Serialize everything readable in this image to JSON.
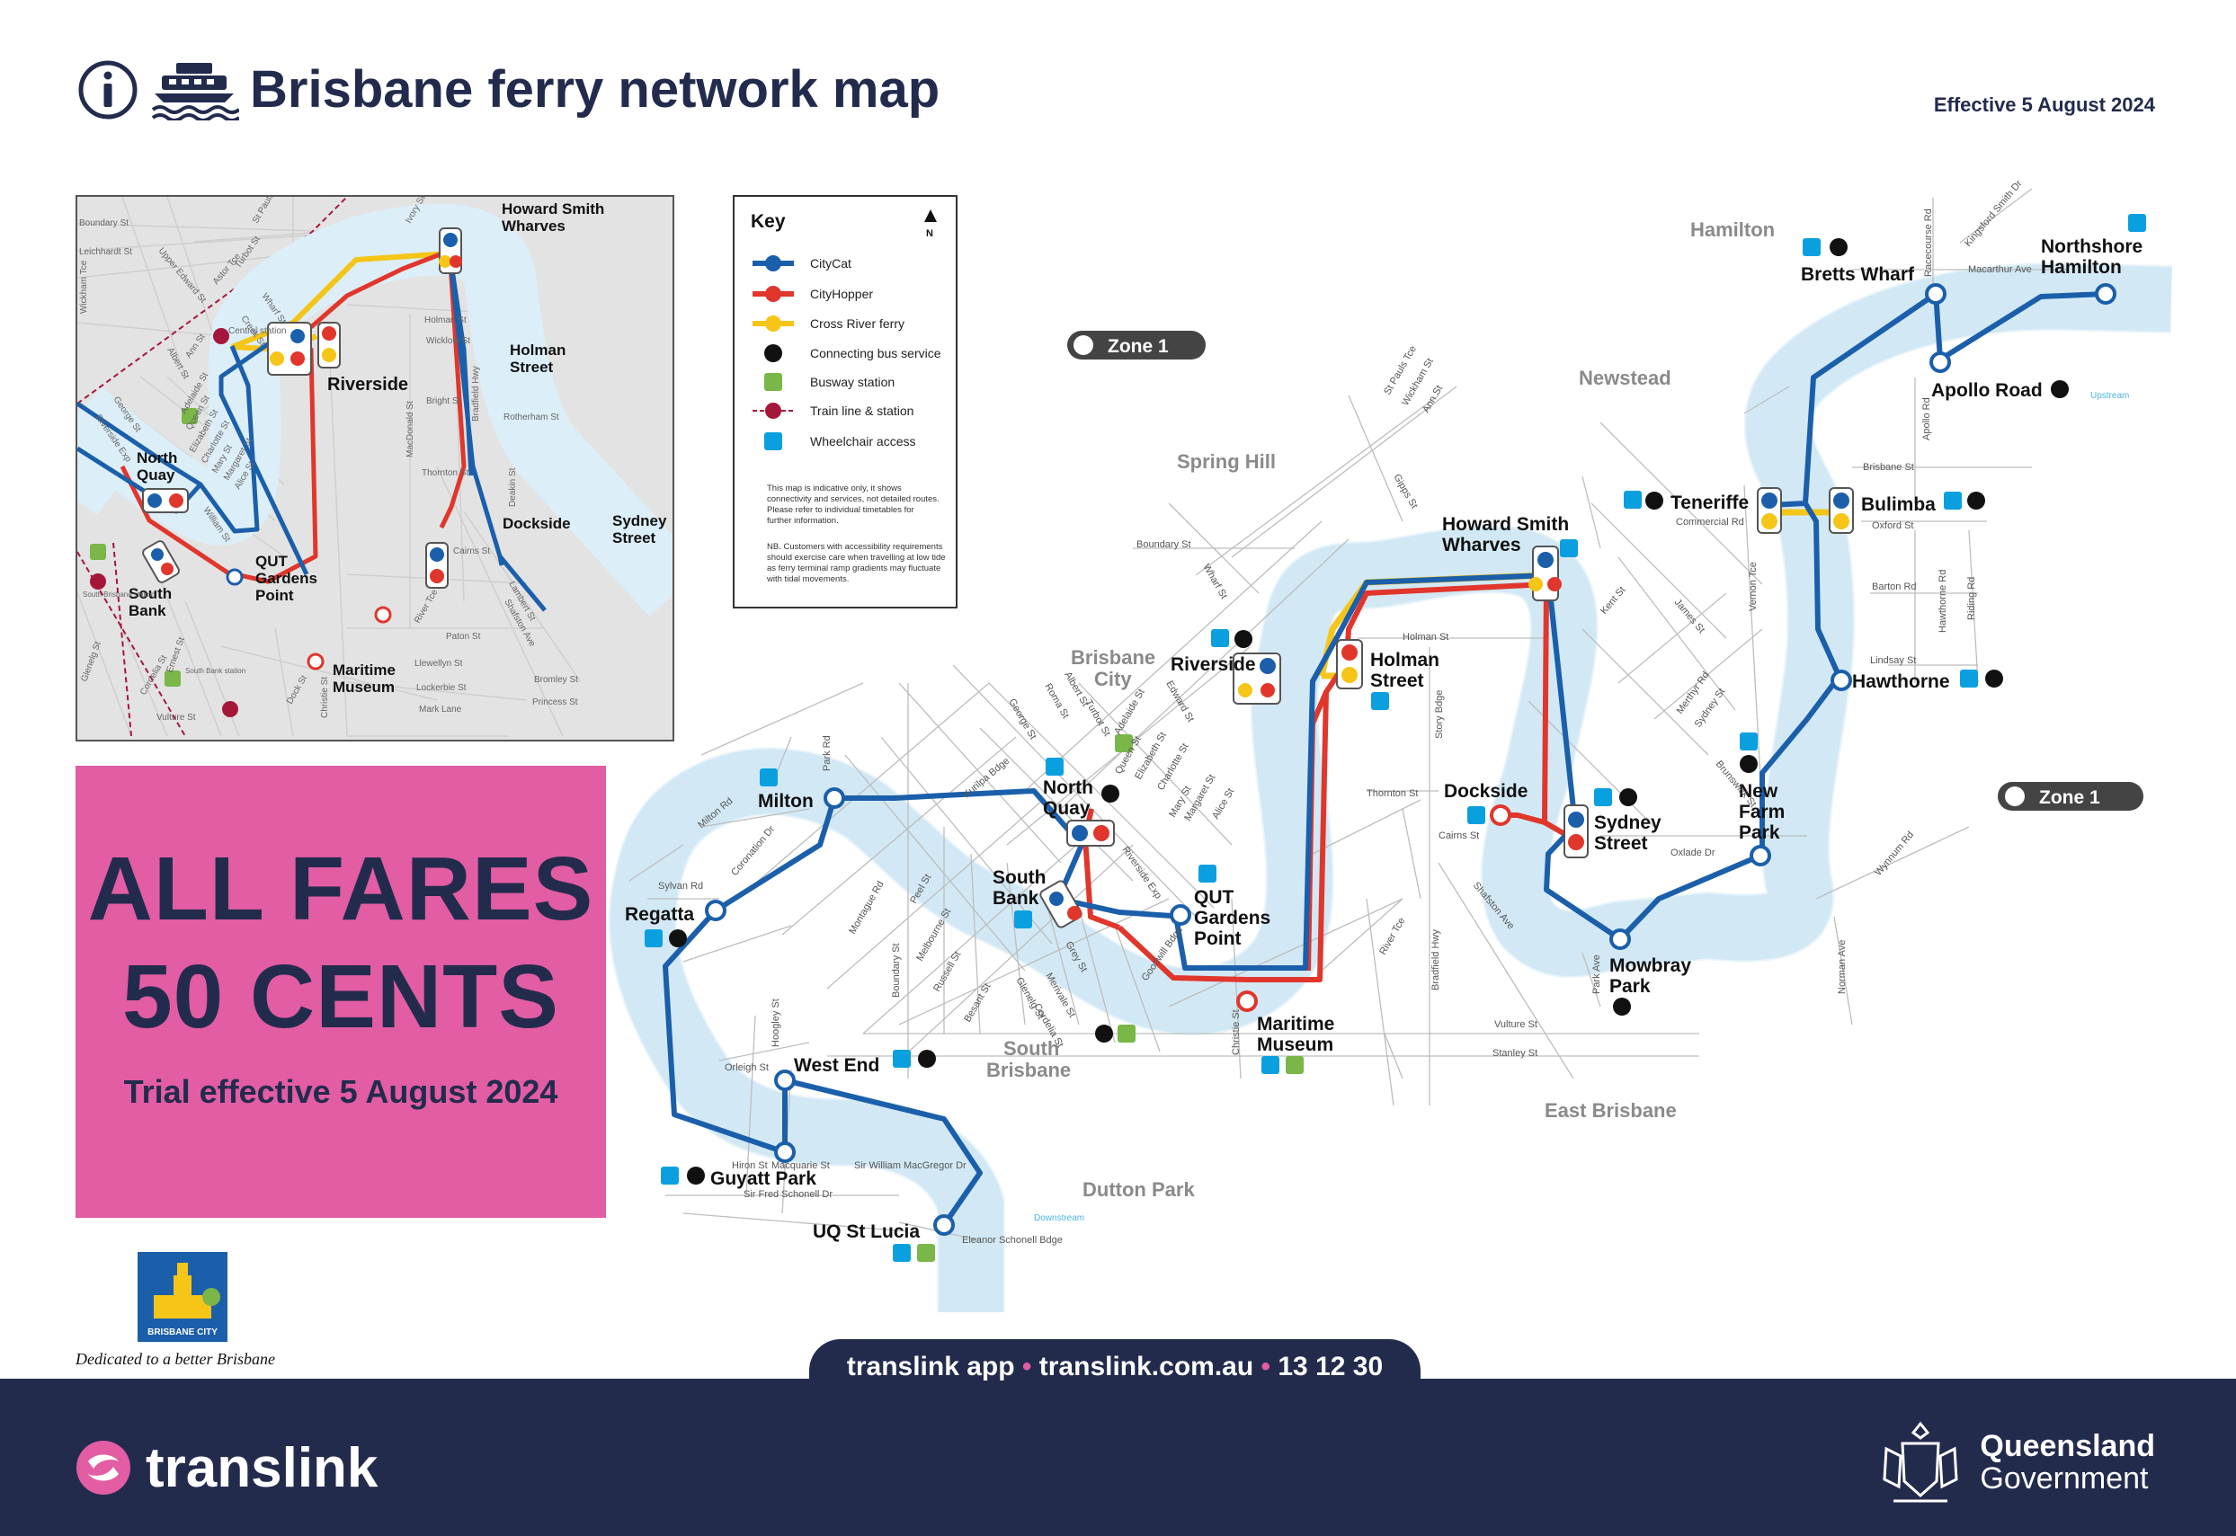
{
  "header": {
    "title": "Brisbane ferry network map",
    "effective": "Effective 5 August 2024"
  },
  "colors": {
    "citycat": "#1b5fab",
    "cityhopper": "#e0362c",
    "cross_river": "#f5c518",
    "river": "#dceef8",
    "navy": "#232b4d",
    "pink": "#e25da3",
    "busway": "#7ab648",
    "train": "#a5173a",
    "wheelchair": "#0aa0e0"
  },
  "key": {
    "title": "Key",
    "north": "N",
    "items": [
      {
        "label": "CityCat",
        "icon": "citycat-icon"
      },
      {
        "label": "CityHopper",
        "icon": "cityhopper-icon"
      },
      {
        "label": "Cross River ferry",
        "icon": "cross-river-icon"
      },
      {
        "label": "Connecting bus service",
        "icon": "bus-icon"
      },
      {
        "label": "Busway station",
        "icon": "busway-icon"
      },
      {
        "label": "Train line & station",
        "icon": "train-icon"
      },
      {
        "label": "Wheelchair access",
        "icon": "wheelchair-icon"
      }
    ],
    "disclaimer": [
      "This map is indicative only, it shows",
      "connectivity and services, not detailed routes.",
      "Please refer to individual timetables for",
      "further information."
    ],
    "access_note": [
      "NB. Customers with accessibility requirements",
      "should exercise care when travelling at low tide",
      "as ferry terminal ramp gradients may fluctuate",
      "with tidal movements."
    ]
  },
  "fares": {
    "line1": "ALL FARES",
    "line2": "50 CENTS",
    "trial": "Trial effective 5 August 2024"
  },
  "zones": [
    "Zone 1",
    "Zone 1"
  ],
  "suburbs": [
    "Hamilton",
    "Newstead",
    "Spring Hill",
    "Brisbane",
    "City",
    "South",
    "Brisbane",
    "Dutton Park",
    "East Brisbane"
  ],
  "stations": {
    "northshore": [
      "Northshore",
      "Hamilton"
    ],
    "bretts_wharf": "Bretts Wharf",
    "apollo_road": "Apollo Road",
    "teneriffe": "Teneriffe",
    "bulimba": "Bulimba",
    "hawthorne": "Hawthorne",
    "new_farm_park": [
      "New",
      "Farm",
      "Park"
    ],
    "mowbray_park": [
      "Mowbray",
      "Park"
    ],
    "sydney_street": [
      "Sydney",
      "Street"
    ],
    "dockside": "Dockside",
    "howard_smith": [
      "Howard Smith",
      "Wharves"
    ],
    "holman_street": [
      "Holman",
      "Street"
    ],
    "riverside": "Riverside",
    "maritime_museum": [
      "Maritime",
      "Museum"
    ],
    "qut_gardens_point": [
      "QUT",
      "Gardens",
      "Point"
    ],
    "south_bank": [
      "South",
      "Bank"
    ],
    "north_quay": [
      "North",
      "Quay"
    ],
    "milton": "Milton",
    "regatta": "Regatta",
    "west_end": "West End",
    "guyatt_park": "Guyatt Park",
    "uq_st_lucia": "UQ St Lucia"
  },
  "roads": {
    "main": [
      "St Pauls Tce",
      "Wickham St",
      "Ann St",
      "Gipps St",
      "Boundary St",
      "Wharf St",
      "Holman St",
      "Story Bdge",
      "Thornton St",
      "Cairns St",
      "Shafston Ave",
      "River Tce",
      "Bradfield Hwy",
      "Vulture St",
      "Stanley St",
      "Park Ave",
      "Oxlade Dr",
      "Commercial Rd",
      "Vernon Tce",
      "Kent St",
      "James St",
      "Merthyr Rd",
      "Sydney St",
      "Brunswick St",
      "Macarthur Ave",
      "Racecourse Rd",
      "Kingsford Smith Dr",
      "Apollo Rd",
      "Brisbane St",
      "Oxford St",
      "Barton Rd",
      "Hawthorne Rd",
      "Riding Rd",
      "Lindsay St",
      "Wynnum Rd",
      "Norman Ave",
      "Milton Rd",
      "Park Rd",
      "Coronation Dr",
      "Sylvan Rd",
      "Kurilpa Bdge",
      "Montague Rd",
      "Peel St",
      "Boundary St",
      "Melbourne St",
      "Russell St",
      "Besant St",
      "Glenelg St",
      "Merivale St",
      "Cordelia St",
      "Grey St",
      "Riverside Exp",
      "Goodwill Bdge",
      "Christie St",
      "Hoogley St",
      "Orleigh St",
      "Hiron St",
      "Macquarie St",
      "Sir William MacGregor Dr",
      "Sir Fred Schonell Dr",
      "Eleanor Schonell Bdge",
      "George St",
      "Roma St",
      "Albert St",
      "Turbot St",
      "Edward St",
      "Adelaide St",
      "Queen St",
      "Elizabeth St",
      "Charlotte St",
      "Mary St",
      "Margaret St",
      "Alice St"
    ],
    "upstream": "Upstream",
    "downstream": "Downstream"
  },
  "inset": {
    "labels": [
      "Howard Smith",
      "Wharves",
      "Holman",
      "Street",
      "Riverside",
      "North",
      "Quay",
      "QUT",
      "Gardens",
      "Point",
      "South",
      "Bank",
      "Maritime",
      "Museum",
      "Dockside",
      "Sydney",
      "Street"
    ],
    "roads": [
      "Boundary St",
      "St Pauls",
      "Ivory St",
      "Leichhardt St",
      "Wickham Tce",
      "Upper Edward St",
      "Astor Tce",
      "Turbot St",
      "Wharf St",
      "Ann St",
      "Creek St",
      "Central station",
      "Albert St",
      "Adelaide St",
      "Queen St",
      "Elizabeth St",
      "Charlotte St",
      "Mary St",
      "Margaret St",
      "Alice St",
      "William St",
      "George St",
      "Riverside Exp",
      "Holman St",
      "Wicklow St",
      "Bright St",
      "MacDonald St",
      "Bradfield Hwy",
      "Rotherham St",
      "Thornton St",
      "Deakin St",
      "Cairns St",
      "Lambert St",
      "Shafston Ave",
      "River Tce",
      "Paton St",
      "Llewellyn St",
      "Lockerbie St",
      "Bromley St",
      "Mark Lane",
      "Princess St",
      "Dock St",
      "Christie St",
      "Vulture St",
      "Ernest St",
      "Cordelia St",
      "Glenelg St",
      "South Brisbane station",
      "South Bank station"
    ]
  },
  "contact": {
    "app": "translink app",
    "web": "translink.com.au",
    "phone": "13 12 30"
  },
  "footer": {
    "brand": "translink",
    "gov_line1": "Queensland",
    "gov_line2": "Government"
  },
  "bcc": {
    "logo_text": "BRISBANE CITY",
    "tagline": "Dedicated to a better Brisbane"
  }
}
